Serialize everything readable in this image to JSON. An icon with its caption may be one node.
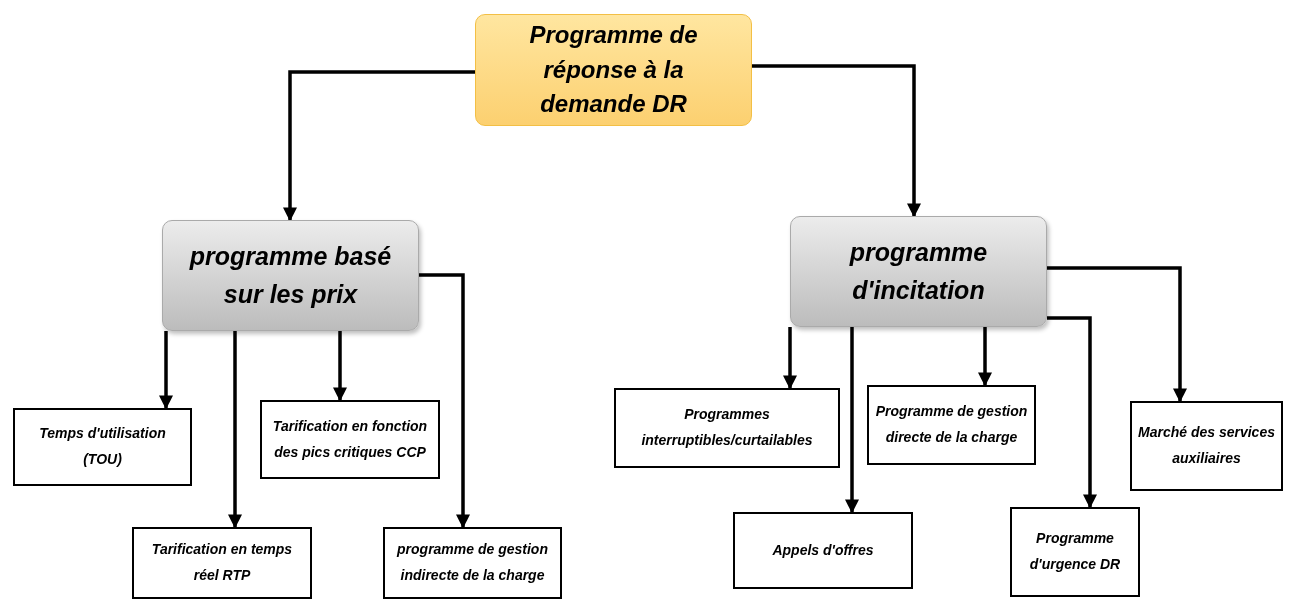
{
  "diagram": {
    "nodes": [
      {
        "text": [
          "Programme de réponse à la demande DR"
        ]
      },
      {
        "text": [
          "programme basé sur les prix"
        ]
      },
      {
        "text": [
          "programme d'incitation"
        ]
      },
      {
        "text": [
          "Temps d'utilisation (TOU)"
        ]
      },
      {
        "text": [
          "Tarification en fonction des pics critiques CCP"
        ]
      },
      {
        "text": [
          "Tarification en temps réel RTP"
        ]
      },
      {
        "text": [
          "programme de gestion indirecte de la charge"
        ]
      },
      {
        "text": [
          "Programmes interruptibles/curtailables"
        ]
      },
      {
        "text": [
          "Programme de gestion directe de la charge"
        ]
      },
      {
        "text": [
          "Marché des services auxiliaires"
        ]
      },
      {
        "text": [
          "Appels d'offres"
        ]
      },
      {
        "text": [
          "Programme d'urgence DR"
        ]
      }
    ],
    "edges": [
      {
        "from": 0,
        "to": 1,
        "arrow": "to"
      },
      {
        "from": 0,
        "to": 2,
        "arrow": "to"
      },
      {
        "from": 1,
        "to": 3,
        "arrow": "to"
      },
      {
        "from": 1,
        "to": 5,
        "arrow": "to"
      },
      {
        "from": 1,
        "to": 4,
        "arrow": "to"
      },
      {
        "from": 1,
        "to": 6,
        "arrow": "to"
      },
      {
        "from": 2,
        "to": 7,
        "arrow": "to"
      },
      {
        "from": 2,
        "to": 10,
        "arrow": "to"
      },
      {
        "from": 2,
        "to": 8,
        "arrow": "to"
      },
      {
        "from": 2,
        "to": 11,
        "arrow": "to"
      },
      {
        "from": 2,
        "to": 9,
        "arrow": "to"
      }
    ]
  }
}
